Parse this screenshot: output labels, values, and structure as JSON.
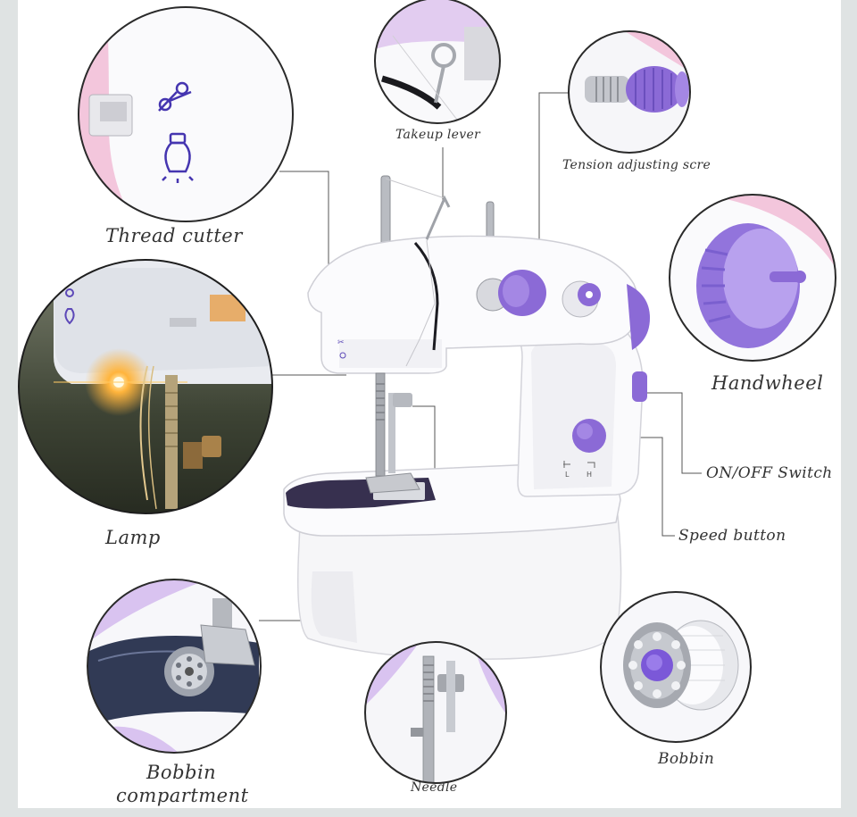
{
  "labels": {
    "takeup_lever": "Takeup lever",
    "tension": "Tension adjusting scre",
    "thread_cutter": "Thread cutter",
    "handwheel": "Handwheel",
    "lamp": "Lamp",
    "onoff": "ON/OFF Switch",
    "speed": "Speed button",
    "bobbin_compartment_1": "Bobbin",
    "bobbin_compartment_2": "compartment",
    "needle": "Needle",
    "bobbin": "Bobbin"
  },
  "machine_markings": {
    "speed_low": "L",
    "speed_high": "H"
  },
  "colors": {
    "background": "#dfe3e3",
    "panel": "#ffffff",
    "accent_purple": "#8b6ad6",
    "pink": "#f3c6dc",
    "leader_line": "#555555"
  }
}
